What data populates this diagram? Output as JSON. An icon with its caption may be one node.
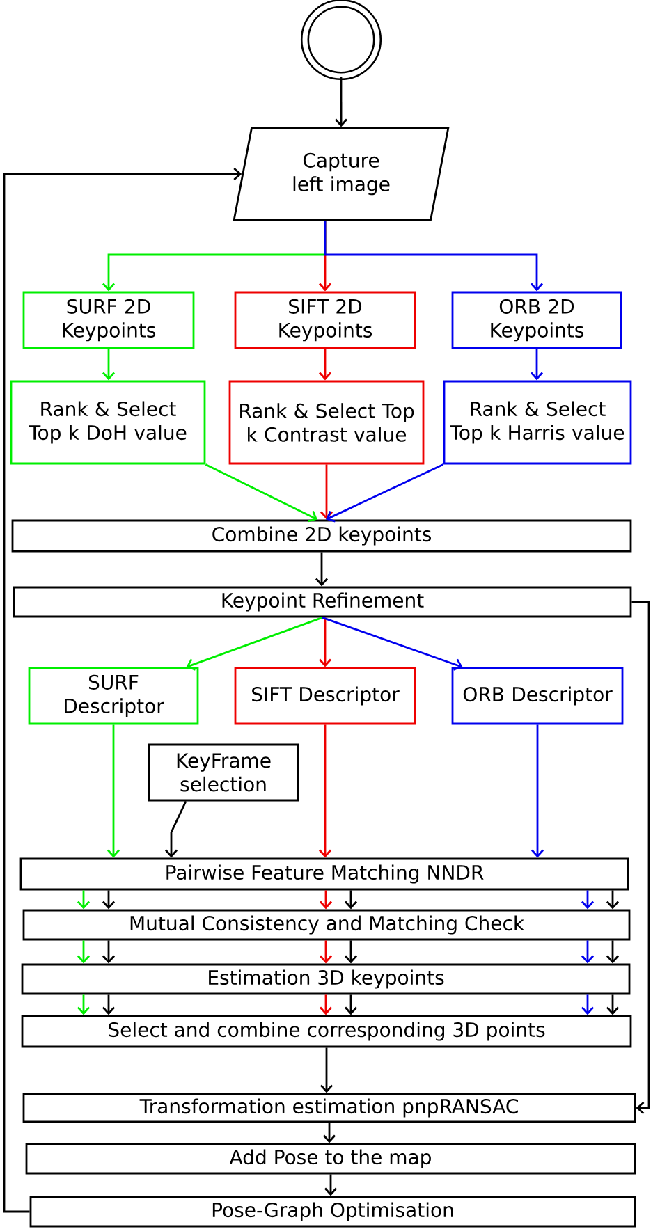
{
  "diagram": {
    "nodes": [
      {
        "text": [],
        "shape": "circle"
      },
      {
        "text": [
          "Capture left image"
        ]
      },
      {
        "text": [
          "SURF 2D Keypoints"
        ]
      },
      {
        "text": [
          "SIFT 2D Keypoints"
        ]
      },
      {
        "text": [
          "ORB 2D Keypoints"
        ]
      },
      {
        "text": [
          "Rank & Select Top k DoH value"
        ]
      },
      {
        "text": [
          "Rank & Select Top k Contrast value"
        ]
      },
      {
        "text": [
          "Rank & Select Top k Harris value"
        ]
      },
      {
        "text": [
          "Combine 2D keypoints"
        ]
      },
      {
        "text": [
          "Keypoint Refinement"
        ]
      },
      {
        "text": [
          "SURF Descriptor"
        ]
      },
      {
        "text": [
          "SIFT Descriptor"
        ]
      },
      {
        "text": [
          "ORB Descriptor"
        ]
      },
      {
        "text": [
          "KeyFrame selection"
        ]
      },
      {
        "text": [
          "Pairwise Feature Matching NNDR"
        ]
      },
      {
        "text": [
          "Mutual Consistency and Matching Check"
        ]
      },
      {
        "text": [
          "Estimation 3D keypoints"
        ]
      },
      {
        "text": [
          "Select and combine corresponding 3D points"
        ]
      },
      {
        "text": [
          "Transformation estimation pnpRANSAC"
        ]
      },
      {
        "text": [
          "Add Pose to the map"
        ]
      },
      {
        "text": [
          "Pose-Graph Optimisation"
        ]
      }
    ],
    "edges": [
      {
        "from": 0,
        "to": 1,
        "arrow": "to"
      },
      {
        "from": 1,
        "to": 2,
        "arrow": "to",
        "color": "#00ee00"
      },
      {
        "from": 1,
        "to": 3,
        "arrow": "to",
        "color": "#ee0000"
      },
      {
        "from": 1,
        "to": 4,
        "arrow": "to",
        "color": "#0000ee"
      },
      {
        "from": 2,
        "to": 5,
        "arrow": "to",
        "color": "#00ee00"
      },
      {
        "from": 3,
        "to": 6,
        "arrow": "to",
        "color": "#ee0000"
      },
      {
        "from": 4,
        "to": 7,
        "arrow": "to",
        "color": "#0000ee"
      },
      {
        "from": 5,
        "to": 8,
        "arrow": "to",
        "color": "#00ee00"
      },
      {
        "from": 6,
        "to": 8,
        "arrow": "to",
        "color": "#ee0000"
      },
      {
        "from": 7,
        "to": 8,
        "arrow": "to",
        "color": "#0000ee"
      },
      {
        "from": 8,
        "to": 9,
        "arrow": "to"
      },
      {
        "from": 9,
        "to": 10,
        "arrow": "to",
        "color": "#00ee00"
      },
      {
        "from": 9,
        "to": 11,
        "arrow": "to",
        "color": "#ee0000"
      },
      {
        "from": 9,
        "to": 12,
        "arrow": "to",
        "color": "#0000ee"
      },
      {
        "from": 10,
        "to": 14,
        "arrow": "to",
        "color": "#00ee00"
      },
      {
        "from": 13,
        "to": 14,
        "arrow": "to"
      },
      {
        "from": 11,
        "to": 14,
        "arrow": "to",
        "color": "#ee0000"
      },
      {
        "from": 12,
        "to": 14,
        "arrow": "to",
        "color": "#0000ee"
      },
      {
        "from": 14,
        "to": 15,
        "arrow": "to",
        "color": "#00ee00"
      },
      {
        "from": 14,
        "to": 15,
        "arrow": "to"
      },
      {
        "from": 14,
        "to": 15,
        "arrow": "to",
        "color": "#ee0000"
      },
      {
        "from": 14,
        "to": 15,
        "arrow": "to"
      },
      {
        "from": 14,
        "to": 15,
        "arrow": "to",
        "color": "#0000ee"
      },
      {
        "from": 14,
        "to": 15,
        "arrow": "to"
      },
      {
        "from": 15,
        "to": 16,
        "arrow": "to",
        "color": "#00ee00"
      },
      {
        "from": 15,
        "to": 16,
        "arrow": "to"
      },
      {
        "from": 15,
        "to": 16,
        "arrow": "to",
        "color": "#ee0000"
      },
      {
        "from": 15,
        "to": 16,
        "arrow": "to"
      },
      {
        "from": 15,
        "to": 16,
        "arrow": "to",
        "color": "#0000ee"
      },
      {
        "from": 15,
        "to": 16,
        "arrow": "to"
      },
      {
        "from": 16,
        "to": 17,
        "arrow": "to",
        "color": "#00ee00"
      },
      {
        "from": 16,
        "to": 17,
        "arrow": "to"
      },
      {
        "from": 16,
        "to": 17,
        "arrow": "to",
        "color": "#ee0000"
      },
      {
        "from": 16,
        "to": 17,
        "arrow": "to"
      },
      {
        "from": 16,
        "to": 17,
        "arrow": "to",
        "color": "#0000ee"
      },
      {
        "from": 16,
        "to": 17,
        "arrow": "to"
      },
      {
        "from": 17,
        "to": 18,
        "arrow": "to"
      },
      {
        "from": 18,
        "to": 19,
        "arrow": "to"
      },
      {
        "from": 19,
        "to": 20,
        "arrow": "to"
      },
      {
        "from": 20,
        "to": 1,
        "arrow": "to"
      },
      {
        "from": 9,
        "to": 18,
        "arrow": "to"
      }
    ]
  }
}
